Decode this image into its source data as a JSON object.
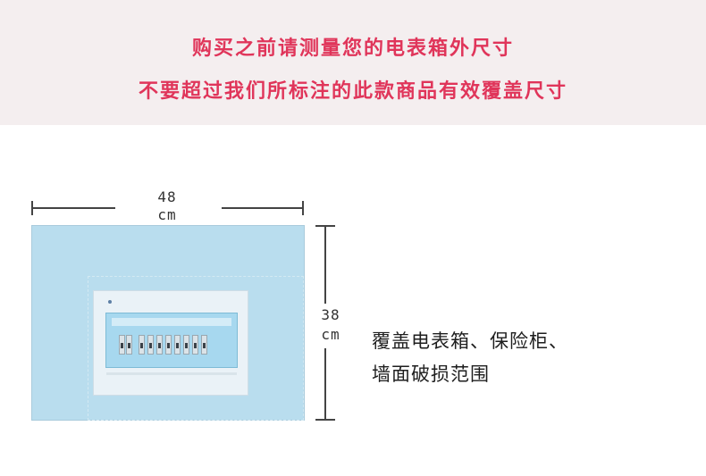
{
  "banner": {
    "line1": "购买之前请测量您的电表箱外尺寸",
    "line2": "不要超过我们所标注的此款商品有效覆盖尺寸"
  },
  "dimensions": {
    "width_value": "48",
    "width_unit": "cm",
    "height_value": "38",
    "height_unit": "cm"
  },
  "description": {
    "line1": "覆盖电表箱、保险柜、",
    "line2": "墙面破损范围"
  },
  "colors": {
    "banner_bg": "#f4eeef",
    "banner_text": "#e0355a",
    "panel_fill": "#b9ddee"
  }
}
